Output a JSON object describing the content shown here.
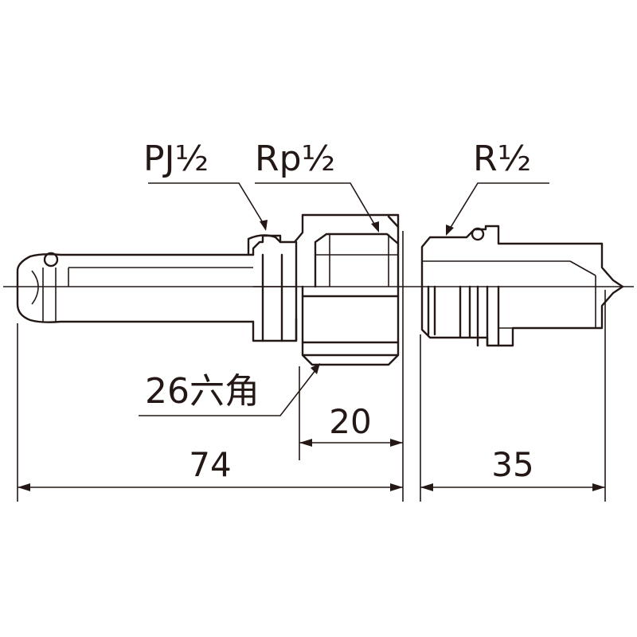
{
  "labels": {
    "pj": "PJ½",
    "rp": "Rp½",
    "r": "R½",
    "hex": "26六角"
  },
  "dimensions": {
    "overall_left": "74",
    "overall_right": "35",
    "nut_width": "20"
  },
  "colors": {
    "line": "#231815",
    "background": "#ffffff"
  }
}
